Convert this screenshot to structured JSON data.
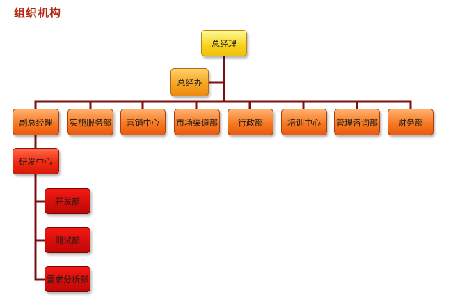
{
  "title": "组织机构",
  "nodes": {
    "ceo": "总经理",
    "office": "总经办",
    "departments": [
      "副总经理",
      "实施服务部",
      "营销中心",
      "市场渠道部",
      "行政部",
      "培训中心",
      "管理咨询部",
      "财务部"
    ],
    "rnd": "研发中心",
    "rnd_children": [
      "开发部",
      "测试部",
      "需求分析部"
    ]
  },
  "colors": {
    "title": "#b22a14",
    "connector": "#7a1010",
    "ceo_fill": "#f6d21c",
    "office_fill": "#f5a623",
    "department_fill": "#f67a22",
    "rnd_fill": "#ef2a10",
    "sub_department_fill": "#d60e0a"
  }
}
